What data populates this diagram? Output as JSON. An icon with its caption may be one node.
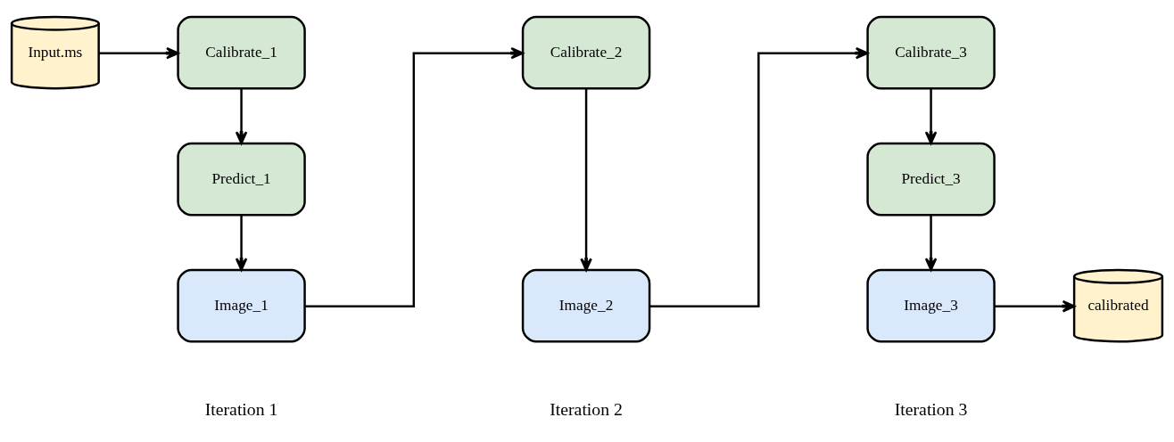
{
  "diagram": {
    "nodes": [
      {
        "text": [
          "Input.ms"
        ]
      },
      {
        "text": [
          "Calibrate_1"
        ]
      },
      {
        "text": [
          "Predict_1"
        ]
      },
      {
        "text": [
          "Image_1"
        ]
      },
      {
        "text": [
          "Calibrate_2"
        ]
      },
      {
        "text": [
          "Image_2"
        ]
      },
      {
        "text": [
          "Calibrate_3"
        ]
      },
      {
        "text": [
          "Predict_3"
        ]
      },
      {
        "text": [
          "Image_3"
        ]
      },
      {
        "text": [
          "calibrated"
        ]
      }
    ],
    "edges": [
      {
        "from": 0,
        "to": 1,
        "arrow": "to"
      },
      {
        "from": 1,
        "to": 2,
        "arrow": "to"
      },
      {
        "from": 2,
        "to": 3,
        "arrow": "to"
      },
      {
        "from": 3,
        "to": 4,
        "arrow": "to"
      },
      {
        "from": 4,
        "to": 5,
        "arrow": "to"
      },
      {
        "from": 5,
        "to": 6,
        "arrow": "to"
      },
      {
        "from": 6,
        "to": 7,
        "arrow": "to"
      },
      {
        "from": 7,
        "to": 8,
        "arrow": "to"
      },
      {
        "from": 8,
        "to": 9,
        "arrow": "to"
      }
    ],
    "labels": [
      "Iteration 1",
      "Iteration 2",
      "Iteration 3"
    ]
  }
}
